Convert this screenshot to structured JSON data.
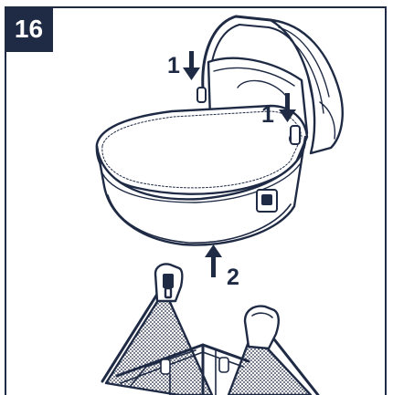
{
  "step": {
    "number": "16"
  },
  "callouts": [
    {
      "label": "1",
      "arrow": "down"
    },
    {
      "label": "1",
      "arrow": "down"
    },
    {
      "label": "2",
      "arrow": "up"
    }
  ],
  "colors": {
    "ink": "#1f2a44",
    "mesh": "#8e97a8",
    "background": "#ffffff"
  },
  "icons": {
    "arrow_down": "arrow-down-icon",
    "arrow_up": "arrow-up-icon"
  }
}
